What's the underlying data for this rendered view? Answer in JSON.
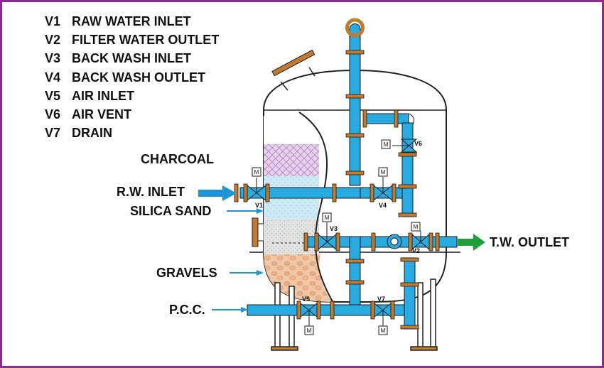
{
  "legend": [
    {
      "code": "V1",
      "text": "RAW WATER INLET"
    },
    {
      "code": "V2",
      "text": "FILTER WATER OUTLET"
    },
    {
      "code": "V3",
      "text": "BACK WASH INLET"
    },
    {
      "code": "V4",
      "text": "BACK WASH OUTLET"
    },
    {
      "code": "V5",
      "text": "AIR INLET"
    },
    {
      "code": "V6",
      "text": "AIR VENT"
    },
    {
      "code": "V7",
      "text": "DRAIN"
    }
  ],
  "labels": {
    "charcoal": "CHARCOAL",
    "rw_inlet": "R.W. INLET",
    "silica_sand": "SILICA SAND",
    "gravels": "GRAVELS",
    "pcc": "P.C.C.",
    "tw_outlet": "T.W. OUTLET"
  },
  "valve_tags": {
    "v1": "V1",
    "v2": "V2",
    "v3": "V3",
    "v4": "V4",
    "v5": "V5",
    "v6": "V6",
    "v7": "V7"
  },
  "motor_tag": "M",
  "colors": {
    "frame": "#8e2a8e",
    "pipe": "#29abe2",
    "flange": "#c27a2e",
    "inlet_arrow": "#1e96d6",
    "outlet_arrow": "#1f9e3c",
    "charcoal_layer": "#e7d2ee",
    "silica_layer": "#cfe9f7",
    "sand_layer": "#e3e3e3",
    "gravel_layer": "#f0c8a8"
  }
}
